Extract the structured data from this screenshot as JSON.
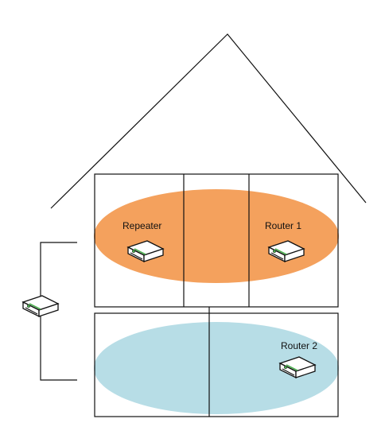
{
  "colors": {
    "line": "#111111",
    "wifi_upper": "#f4a15d",
    "wifi_lower": "#b7dde6",
    "device_body": "#ffffff",
    "device_led": "#4caf50"
  },
  "labels": {
    "repeater": "Repeater",
    "router1": "Router 1",
    "router2": "Router 2"
  },
  "devices": [
    {
      "id": "repeater",
      "icon": "router-icon"
    },
    {
      "id": "router-1",
      "icon": "router-icon"
    },
    {
      "id": "router-2",
      "icon": "router-icon"
    },
    {
      "id": "modem",
      "icon": "modem-icon"
    }
  ]
}
